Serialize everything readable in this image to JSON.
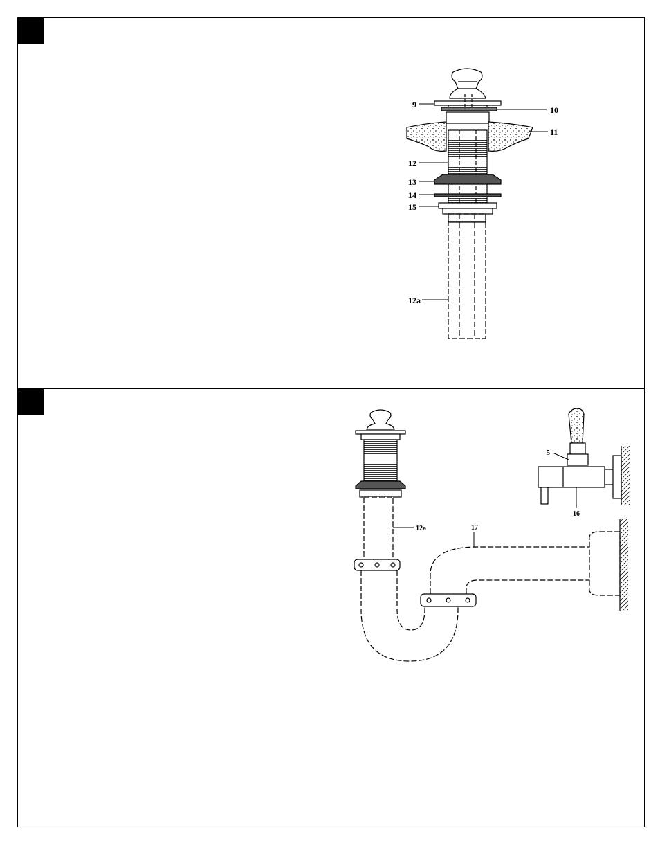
{
  "panels": [
    {
      "name": "drain-assembly",
      "labels": {
        "p9": "9",
        "p10": "10",
        "p11": "11",
        "p12": "12",
        "p13": "13",
        "p14": "14",
        "p15": "15",
        "p12a": "12a"
      }
    },
    {
      "name": "trap-and-supply",
      "labels": {
        "p5": "5",
        "p16": "16",
        "p12a": "12a",
        "p17": "17"
      }
    }
  ],
  "colors": {
    "line": "#000000",
    "gasket": "#555555",
    "stone": "#eeeeee"
  }
}
